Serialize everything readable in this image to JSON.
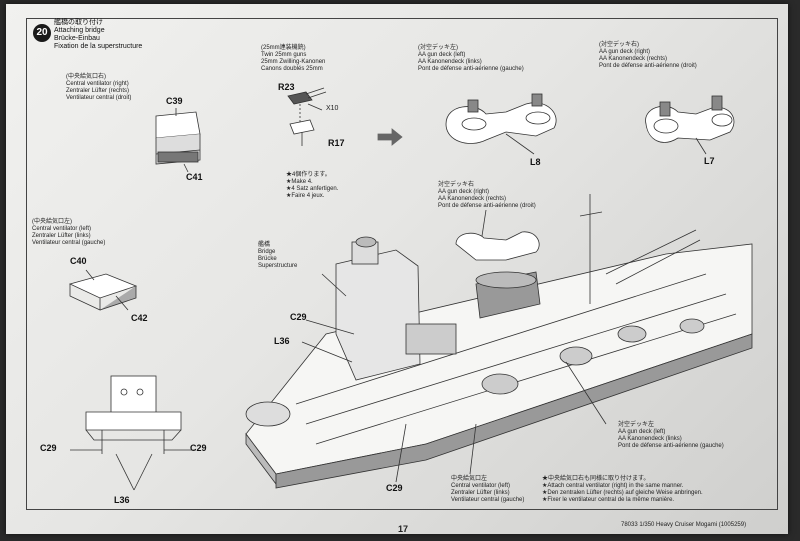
{
  "step": {
    "number": "20",
    "title_ja": "艦橋の取り付け",
    "title_en": "Attaching bridge",
    "title_de": "Brücke-Einbau",
    "title_fr": "Fixation de la superstructure"
  },
  "ventilator_right": {
    "ja": "(中央給気口右)",
    "en": "Central ventilator (right)",
    "de": "Zentraler Lüfter (rechts)",
    "fr": "Ventilateur central (droit)",
    "part_top": "C39",
    "part_bottom": "C41"
  },
  "guns": {
    "ja": "(25mm連装機銃)",
    "en": "Twin 25mm guns",
    "de": "25mm Zwilling-Kanonen",
    "fr": "Canons doublés 25mm",
    "part_gun": "R23",
    "qty": "X10",
    "part_mount": "R17",
    "note_ja": "★4個作ります。",
    "note_en": "★Make 4.",
    "note_de": "★4 Satz anfertigen.",
    "note_fr": "★Faire 4 jeux."
  },
  "aa_deck_left_top": {
    "ja": "(対空デッキ左)",
    "en": "AA gun deck (left)",
    "de": "AA Kanonendeck (links)",
    "fr": "Pont de défense anti-aérienne (gauche)",
    "part": "L8"
  },
  "aa_deck_right_top": {
    "ja": "(対空デッキ右)",
    "en": "AA gun deck (right)",
    "de": "AA Kanonendeck (rechts)",
    "fr": "Pont de défense anti-aérienne (droit)",
    "part": "L7"
  },
  "ventilator_left": {
    "ja": "(中央給気口左)",
    "en": "Central ventilator (left)",
    "de": "Zentraler Lüfter (links)",
    "fr": "Ventilateur central (gauche)",
    "part_top": "C40",
    "part_bottom": "C42"
  },
  "aa_deck_right_mid": {
    "ja": "対空デッキ右",
    "en": "AA gun deck (right)",
    "de": "AA Kanonendeck (rechts)",
    "fr": "Pont de défense anti-aérienne (droit)"
  },
  "bridge": {
    "ja": "艦橋",
    "en": "Bridge",
    "de": "Brücke",
    "fr": "Superstructure"
  },
  "ship_parts": {
    "c29_a": "C29",
    "l36_a": "L36",
    "c29_b": "C29",
    "c29_c": "C29",
    "c29_d": "C29",
    "l36_b": "L36"
  },
  "aa_deck_left_mid": {
    "ja": "対空デッキ左",
    "en": "AA gun deck (left)",
    "de": "AA Kanonendeck (links)",
    "fr": "Pont de défense anti-aérienne (gauche)"
  },
  "center_vent": {
    "ja": "中央給気口左",
    "en": "Central ventilator (left)",
    "de": "Zentraler Lüfter (links)",
    "fr": "Ventilateur central (gauche)"
  },
  "attach_note": {
    "ja": "★中央給気口右も同様に取り付けます。",
    "en": "★Attach central ventilator (right) in the same manner.",
    "de": "★Den zentralen Lüfter (rechts) auf gleiche Weise anbringen.",
    "fr": "★Fixer le ventilateur central de la même manière."
  },
  "page_number": "17",
  "footer": "78033 1/350 Heavy Cruiser Mogami (1005259)"
}
